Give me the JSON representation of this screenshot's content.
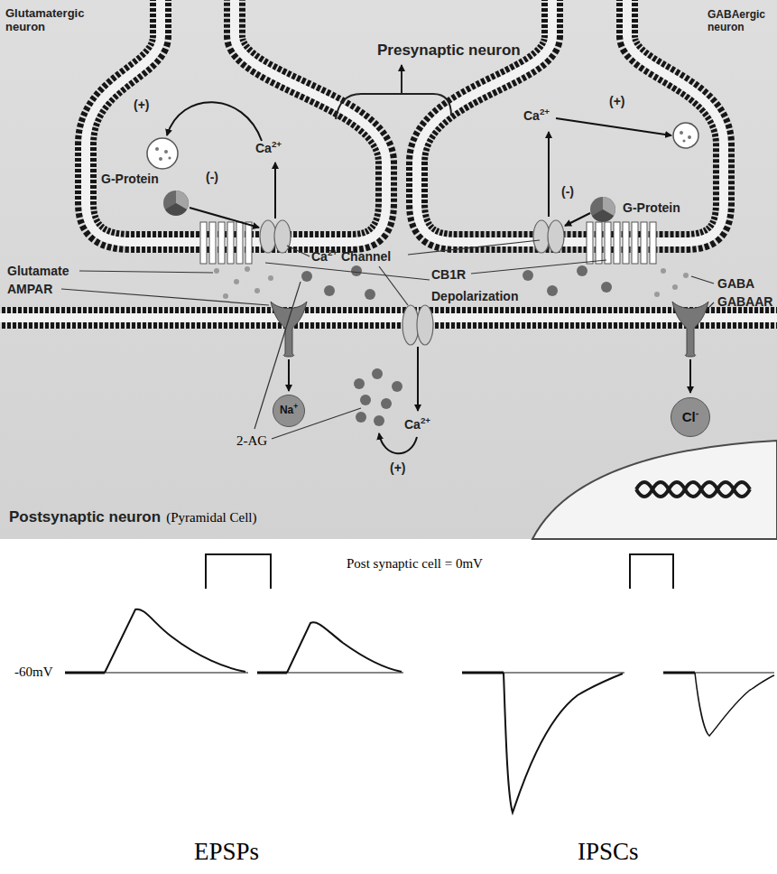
{
  "diagram": {
    "nodes": [
      {
        "text": [
          "Na+"
        ]
      },
      {
        "text": [
          "Cl-"
        ]
      }
    ],
    "labels": [
      "Glutamatergic neuron",
      "Presynaptic neuron",
      "GABAergic neuron",
      "(+)",
      "(+)",
      "Ca2+",
      "Ca2+",
      "G-Protein",
      "(-)",
      "(-)",
      "G-Protein",
      "Ca2+ Channel",
      "CB1R",
      "Glutamate",
      "GABA",
      "AMPAR",
      "Depolarization",
      "GABAAR",
      "Ca2+",
      "2-AG",
      "(+)",
      "Postsynaptic neuron",
      "(Pyramidal Cell)",
      "Post synaptic cell = 0mV",
      "-60mV",
      "EPSPs",
      "IPSCs"
    ]
  }
}
